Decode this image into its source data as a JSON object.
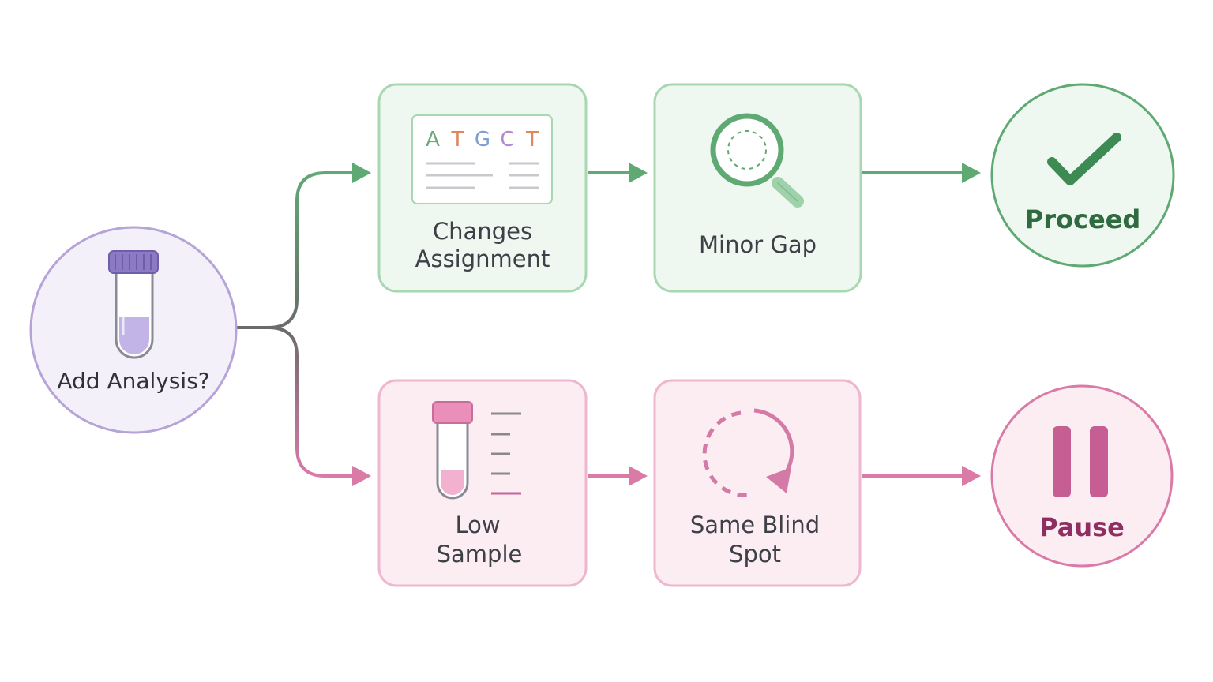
{
  "nodes": {
    "start": {
      "label": "Add Analysis?"
    },
    "top_step1": {
      "label_line1": "Changes",
      "label_line2": "Assignment",
      "dna_letters": [
        "A",
        "T",
        "G",
        "C",
        "T"
      ]
    },
    "top_step2": {
      "label": "Minor Gap"
    },
    "top_end": {
      "label": "Proceed"
    },
    "bottom_step1": {
      "label_line1": "Low",
      "label_line2": "Sample"
    },
    "bottom_step2": {
      "label_line1": "Same Blind",
      "label_line2": "Spot"
    },
    "bottom_end": {
      "label": "Pause"
    }
  },
  "icons": {
    "start": "test-tube-icon",
    "top_step1": "dna-sequence-icon",
    "top_step2": "magnifier-icon",
    "top_end": "checkmark-icon",
    "bottom_step1": "test-tube-scale-icon",
    "bottom_step2": "dashed-loop-icon",
    "bottom_end": "pause-icon"
  },
  "colors": {
    "purple_stroke": "#b6a3d8",
    "purple_fill": "#f4f0fa",
    "green_stroke": "#a8d7b2",
    "green_fill": "#eef8f0",
    "green_accent": "#5fa973",
    "pink_stroke": "#efb6cf",
    "pink_fill": "#fcedf3",
    "pink_accent": "#d97aa7",
    "dna_letters": [
      "#6aa877",
      "#e0875f",
      "#7f9fd0",
      "#b28ad2",
      "#e0875f"
    ]
  }
}
